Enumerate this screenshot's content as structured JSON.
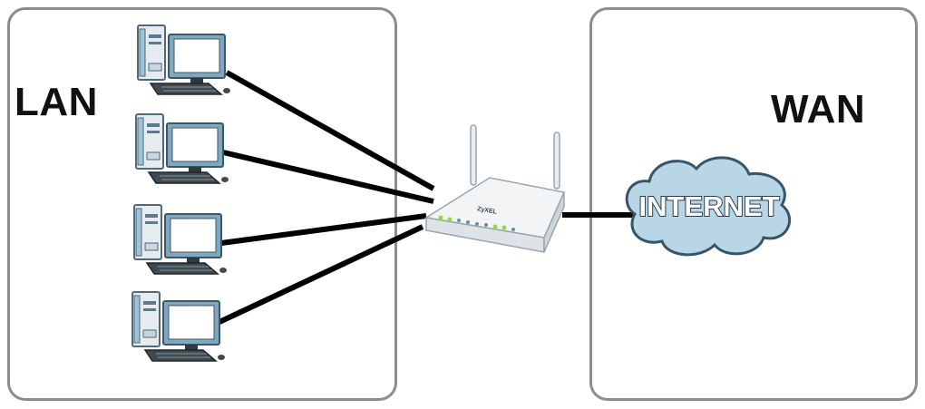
{
  "zones": {
    "lan": {
      "label": "LAN"
    },
    "wan": {
      "label": "WAN"
    }
  },
  "router": {
    "brand": "ZyXEL"
  },
  "internet": {
    "label": "INTERNET"
  },
  "colors": {
    "zone_border": "#8c8c8c",
    "cable": "#000000",
    "cloud_fill": "#b9d6e6",
    "cloud_stroke": "#37556a",
    "pc_case": "#e6ebef",
    "pc_screen_frame": "#7fa7bd",
    "router_body": "#f2f4f5",
    "led_green": "#8fdc3c"
  },
  "devices": [
    {
      "type": "desktop-computer"
    },
    {
      "type": "desktop-computer"
    },
    {
      "type": "desktop-computer"
    },
    {
      "type": "desktop-computer"
    }
  ]
}
